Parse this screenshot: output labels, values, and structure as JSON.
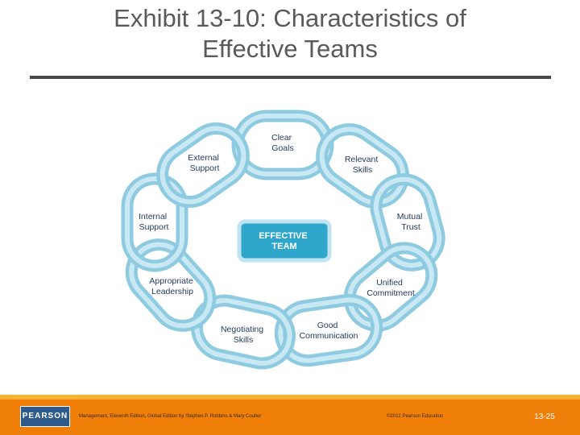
{
  "slide": {
    "title_line1": "Exhibit 13-10: Characteristics of",
    "title_line2": "Effective Teams"
  },
  "diagram": {
    "center": {
      "line1": "EFFECTIVE",
      "line2": "TEAM"
    },
    "links": [
      {
        "line1": "Clear",
        "line2": "Goals"
      },
      {
        "line1": "Relevant",
        "line2": "Skills"
      },
      {
        "line1": "Mutual",
        "line2": "Trust"
      },
      {
        "line1": "Unified",
        "line2": "Commitment"
      },
      {
        "line1": "Good",
        "line2": "Communication"
      },
      {
        "line1": "Negotiating",
        "line2": "Skills"
      },
      {
        "line1": "Appropriate",
        "line2": "Leadership"
      },
      {
        "line1": "Internal",
        "line2": "Support"
      },
      {
        "line1": "External",
        "line2": "Support"
      }
    ],
    "colors": {
      "link_outer": "#8fcbe0",
      "link_inner": "#c8e8f3",
      "center_fill": "#2fa6cc",
      "center_border": "#bfe3f0",
      "label": "#243a5e"
    }
  },
  "footer": {
    "logo": "PEARSON",
    "source": "Management, Eleventh Edition, Global Edition by Stephen P. Robbins & Mary Coulter",
    "copyright": "©2012 Pearson Education",
    "slide_number": "13-25"
  }
}
